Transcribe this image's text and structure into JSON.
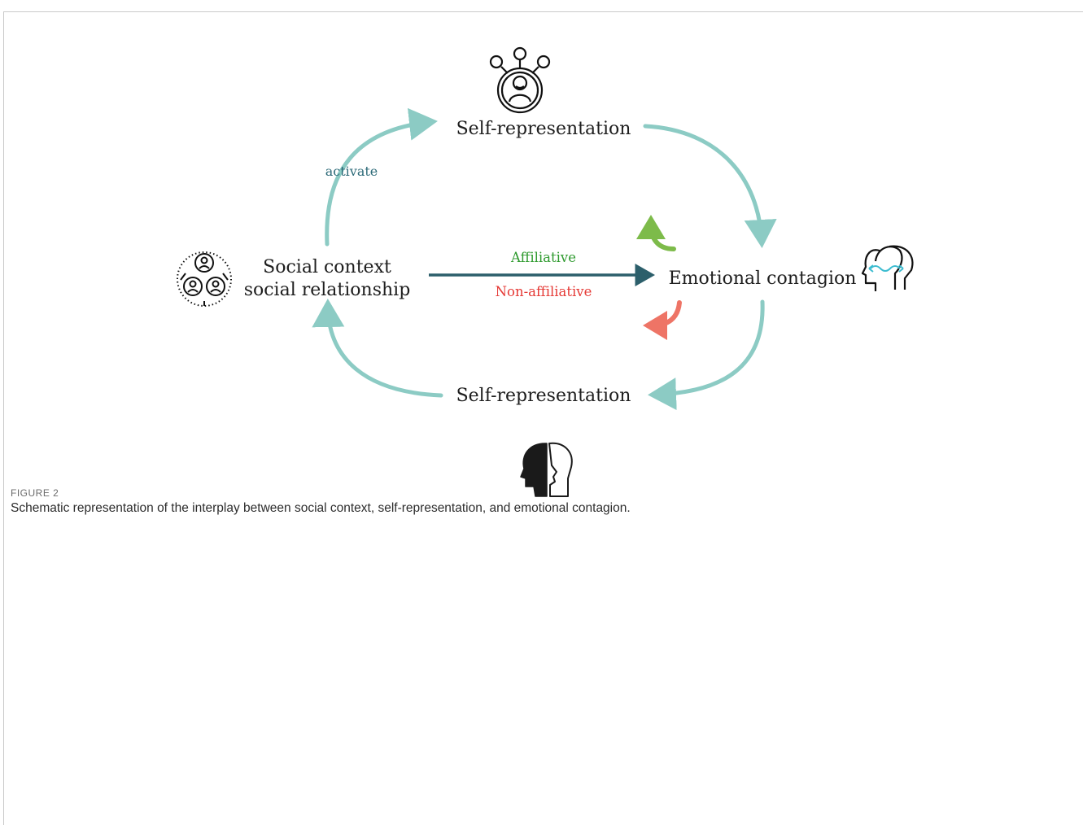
{
  "figure": {
    "label": "FIGURE 2",
    "caption": "Schematic representation of the interplay between social context, self-representation, and emotional contagion."
  },
  "diagram": {
    "nodes": {
      "top": {
        "label": "Self-representation",
        "icon": "people-network-icon"
      },
      "left": {
        "label_line1": "Social context",
        "label_line2": "social relationship",
        "icon": "social-group-icon"
      },
      "right": {
        "label": "Emotional contagion",
        "icon": "two-heads-icon"
      },
      "bottom": {
        "label": "Self-representation",
        "icon": "face-profiles-icon"
      }
    },
    "edges": {
      "activate_label": "activate",
      "affiliative_label": "Affiliative",
      "non_affiliative_label": "Non-affiliative"
    },
    "colors": {
      "cycle_arrow": "#8ccbc4",
      "main_arrow": "#2c5f6b",
      "activate_text": "#2c6a78",
      "affiliative": "#2e9a2e",
      "non_affiliative": "#e53935",
      "green_arrow": "#7dbb4a",
      "red_arrow": "#ee7466",
      "node_text": "#1e1e1e",
      "icon_accent": "#3cbcd0"
    }
  }
}
